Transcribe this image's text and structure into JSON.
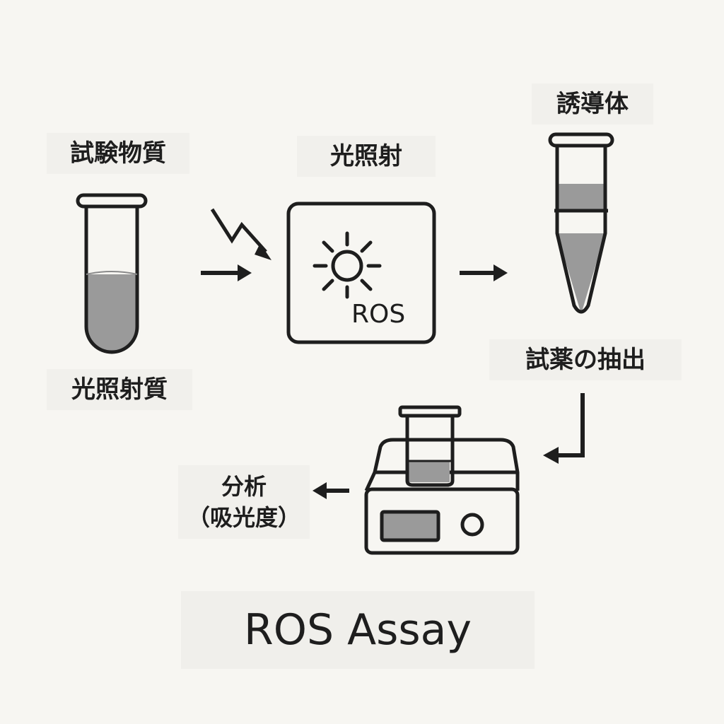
{
  "labels": {
    "test_substance": "試験物質",
    "photoirradiation_substance": "光照射質",
    "photoirradiation": "光照射",
    "inducer": "誘導体",
    "reagent_extraction": "試薬の抽出",
    "analysis_line1": "分析",
    "analysis_line2": "（吸光度）"
  },
  "irradiation_box": {
    "text": "ROS"
  },
  "title": "ROS Assay",
  "colors": {
    "line": "#1e1e1e",
    "liquid": "#9a9a9a",
    "background": "#f7f6f2",
    "label_background": "#f1f0ec"
  }
}
